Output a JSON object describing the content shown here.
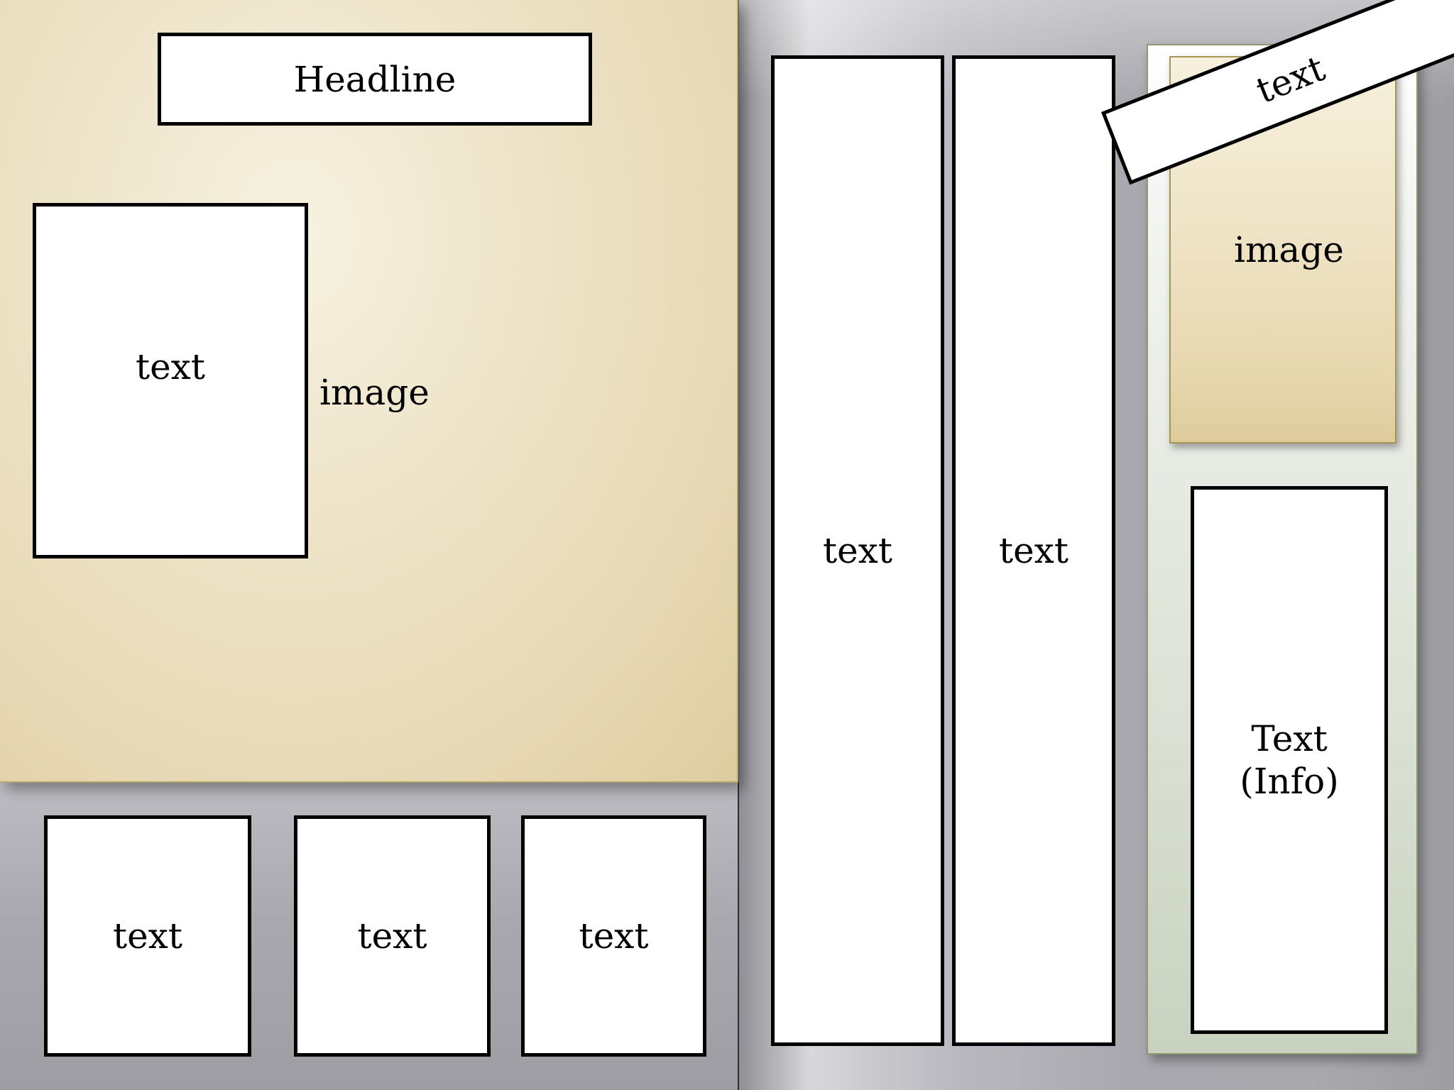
{
  "headline": "Headline",
  "left_text_box": "text",
  "left_image_label": "image",
  "bottom_boxes": [
    "text",
    "text",
    "text"
  ],
  "column_left": "text",
  "column_right": "text",
  "rotated_label": "text",
  "right_image_label": "image",
  "info_line1": "Text",
  "info_line2": "(Info)"
}
